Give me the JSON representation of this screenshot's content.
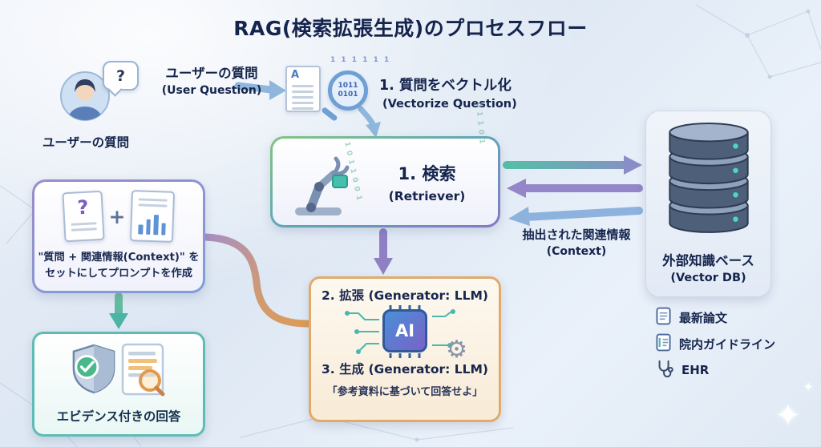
{
  "title": "RAG(検索拡張生成)のプロセスフロー",
  "user": {
    "caption": "ユーザーの質問",
    "bubble_glyph": "?"
  },
  "user_question_label": {
    "jp": "ユーザーの質問",
    "en": "(User Question)"
  },
  "vectorize": {
    "jp": "1. 質問をベクトル化",
    "en": "(Vectorize Question)",
    "doc_glyph": "A",
    "lens_bits_1": "1011",
    "lens_bits_2": "0101",
    "top_bits": "1 1 1 1 1 1"
  },
  "retriever_box": {
    "jp": "1. 検索",
    "en": "(Retriever)"
  },
  "context_label": {
    "jp": "抽出された関連情報",
    "en": "(Context)"
  },
  "vector_db": {
    "jp": "外部知識ベース",
    "en": "(Vector DB)"
  },
  "prompt_box": {
    "line1": "\"質問 + 関連情報(Context)\" を",
    "line2": "セットにしてプロンプトを作成",
    "plus_glyph": "+",
    "question_glyph": "?"
  },
  "evidence_box": {
    "caption": "エビデンス付きの回答"
  },
  "generator_box": {
    "augment": "2. 拡張 (Generator: LLM)",
    "generate": "3. 生成 (Generator: LLM)",
    "instruction": "「参考資料に基づいて回答せよ」",
    "chip_label": "AI"
  },
  "knowledge_sources": {
    "items": [
      {
        "label": "最新論文"
      },
      {
        "label": "院内ガイドライン"
      },
      {
        "label": "EHR"
      }
    ]
  },
  "icons": {
    "gear": "⚙",
    "sparkle": "✦"
  },
  "decorations": {
    "bits_a": "1 0 1 1 0 0 1",
    "bits_b": "0 1 1 0 1"
  },
  "colors": {
    "teal": "#54bfa6",
    "purple": "#9486c8",
    "blue": "#8fb7de",
    "green": "#4cb3a6",
    "orange": "#dd9b58",
    "navy": "#1c2a4e"
  }
}
